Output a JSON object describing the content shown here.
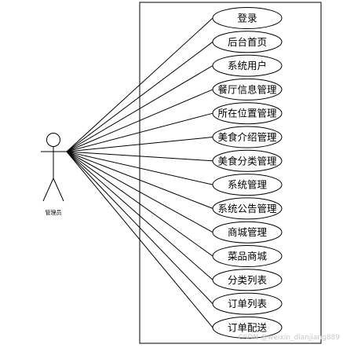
{
  "actor": {
    "label": "管理员"
  },
  "use_cases": [
    "登录",
    "后台首页",
    "系统用户",
    "餐厅信息管理",
    "所在位置管理",
    "美食介绍管理",
    "美食分类管理",
    "系统管理",
    "系统公告管理",
    "商城管理",
    "菜品商城",
    "分类列表",
    "订单列表",
    "订单配送"
  ],
  "watermark": "CSDN @weixin_dianjiang889",
  "colors": {
    "stroke": "#000000",
    "background": "#ffffff",
    "watermark": "#c8c8c8"
  }
}
